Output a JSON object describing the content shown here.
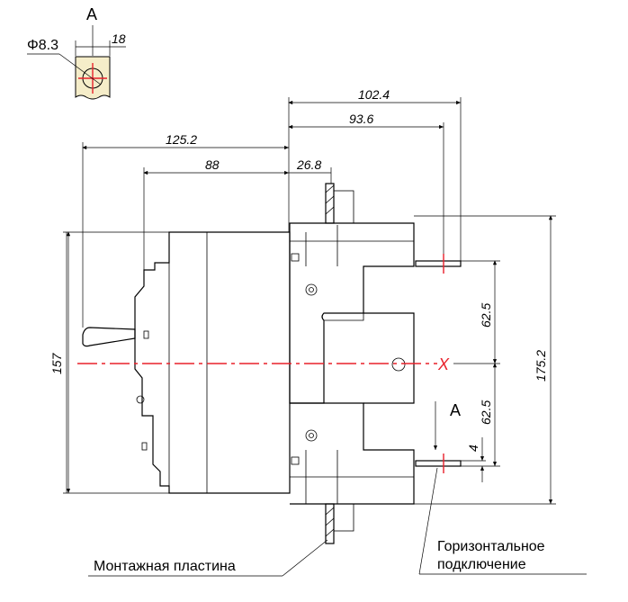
{
  "detail": {
    "view_label": "A",
    "hole_label": "Φ8.3",
    "width_label": "18"
  },
  "dimensions": {
    "d_102_4": "102.4",
    "d_93_6": "93.6",
    "d_125_2": "125.2",
    "d_88": "88",
    "d_26_8": "26.8",
    "d_157": "157",
    "d_175_2": "175.2",
    "d_62_5_top": "62.5",
    "d_62_5_bottom": "62.5",
    "d_4": "4"
  },
  "markers": {
    "axis_label": "X",
    "view_arrow_label": "A"
  },
  "callouts": {
    "mounting_plate": "Монтажная пластина",
    "horizontal_connection_line1": "Горизонтальное",
    "horizontal_connection_line2": "подключение"
  },
  "colors": {
    "centerline": "#e8202a",
    "detail_fill": "#f5edc9"
  }
}
